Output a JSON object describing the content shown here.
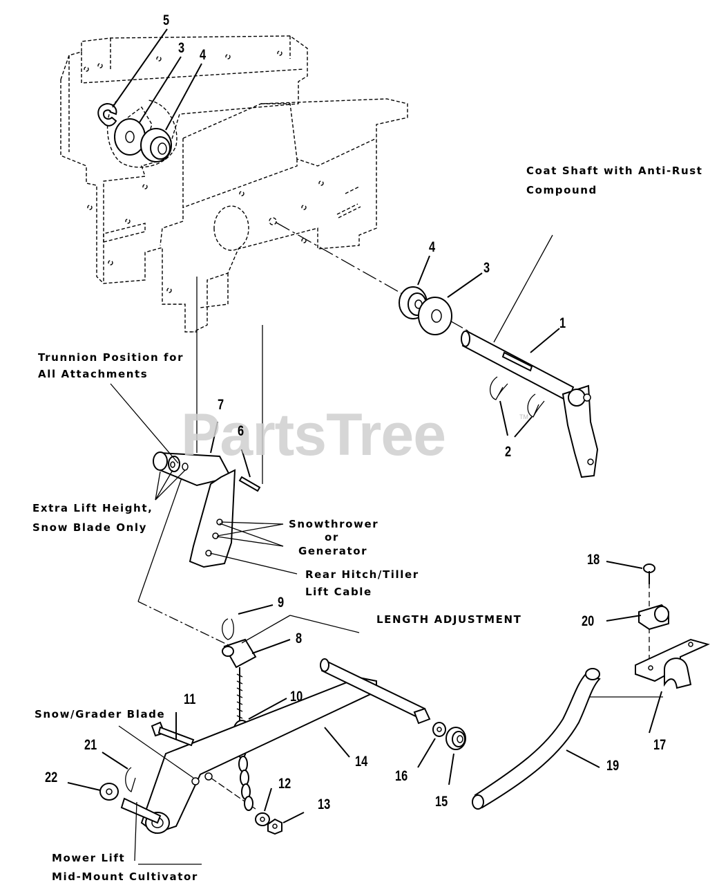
{
  "watermark": {
    "text": "PartsTree",
    "trademark": "TM"
  },
  "notes": {
    "coat_shaft_line1": "Coat Shaft with Anti-Rust",
    "coat_shaft_line2": "Compound",
    "trunnion_line1": "Trunnion Position for",
    "trunnion_line2": "All Attachments",
    "extra_lift_line1": "Extra Lift Height,",
    "extra_lift_line2": "Snow Blade Only",
    "snowthrower_line1": "Snowthrower",
    "snowthrower_line2": "or",
    "snowthrower_line3": "Generator",
    "rear_hitch_line1": "Rear Hitch/Tiller",
    "rear_hitch_line2": "Lift Cable",
    "length_adjustment": "LENGTH ADJUSTMENT",
    "snow_grader": "Snow/Grader Blade",
    "mower_lift_line1": "Mower Lift",
    "mower_lift_line2": "Mid-Mount Cultivator"
  },
  "callouts": {
    "c1": "1",
    "c2": "2",
    "c3a": "3",
    "c3b": "3",
    "c4a": "4",
    "c4b": "4",
    "c5": "5",
    "c6": "6",
    "c7": "7",
    "c8": "8",
    "c9": "9",
    "c10": "10",
    "c11": "11",
    "c12": "12",
    "c13": "13",
    "c14": "14",
    "c15": "15",
    "c16": "16",
    "c17": "17",
    "c18": "18",
    "c19": "19",
    "c20": "20",
    "c21": "21",
    "c22": "22"
  }
}
